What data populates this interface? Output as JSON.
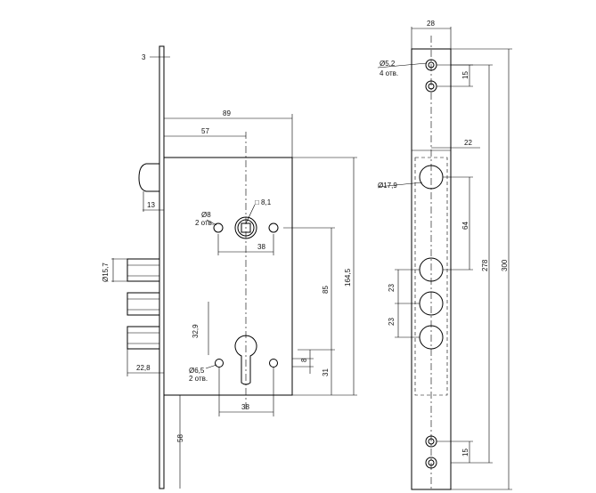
{
  "front_view": {
    "dim_faceplate_thickness": "3",
    "dim_width_89": "89",
    "dim_backset_57": "57",
    "dim_spindle_square": "□ 8,1",
    "dim_hole_d8": "Ø8",
    "dim_hole_d8_count": "2 отв.",
    "dim_13": "13",
    "dim_spindle_holes_38": "38",
    "dim_bolt_d157": "Ø15,7",
    "dim_85": "85",
    "dim_1645": "164,5",
    "dim_329": "32,9",
    "dim_8": "8",
    "dim_31": "31",
    "dim_228": "22,8",
    "dim_hole_d65": "Ø6,5",
    "dim_hole_d65_count": "2 отв.",
    "dim_cyl_holes_38": "38",
    "dim_58": "58"
  },
  "side_view": {
    "dim_width_28": "28",
    "dim_hole_d52": "Ø5,2",
    "dim_hole_d52_count": "4 отв.",
    "dim_15_top": "15",
    "dim_22": "22",
    "dim_hole_d179": "Ø17,9",
    "dim_64": "64",
    "dim_278": "278",
    "dim_300": "300",
    "dim_23_a": "23",
    "dim_23_b": "23",
    "dim_15_bottom": "15"
  }
}
